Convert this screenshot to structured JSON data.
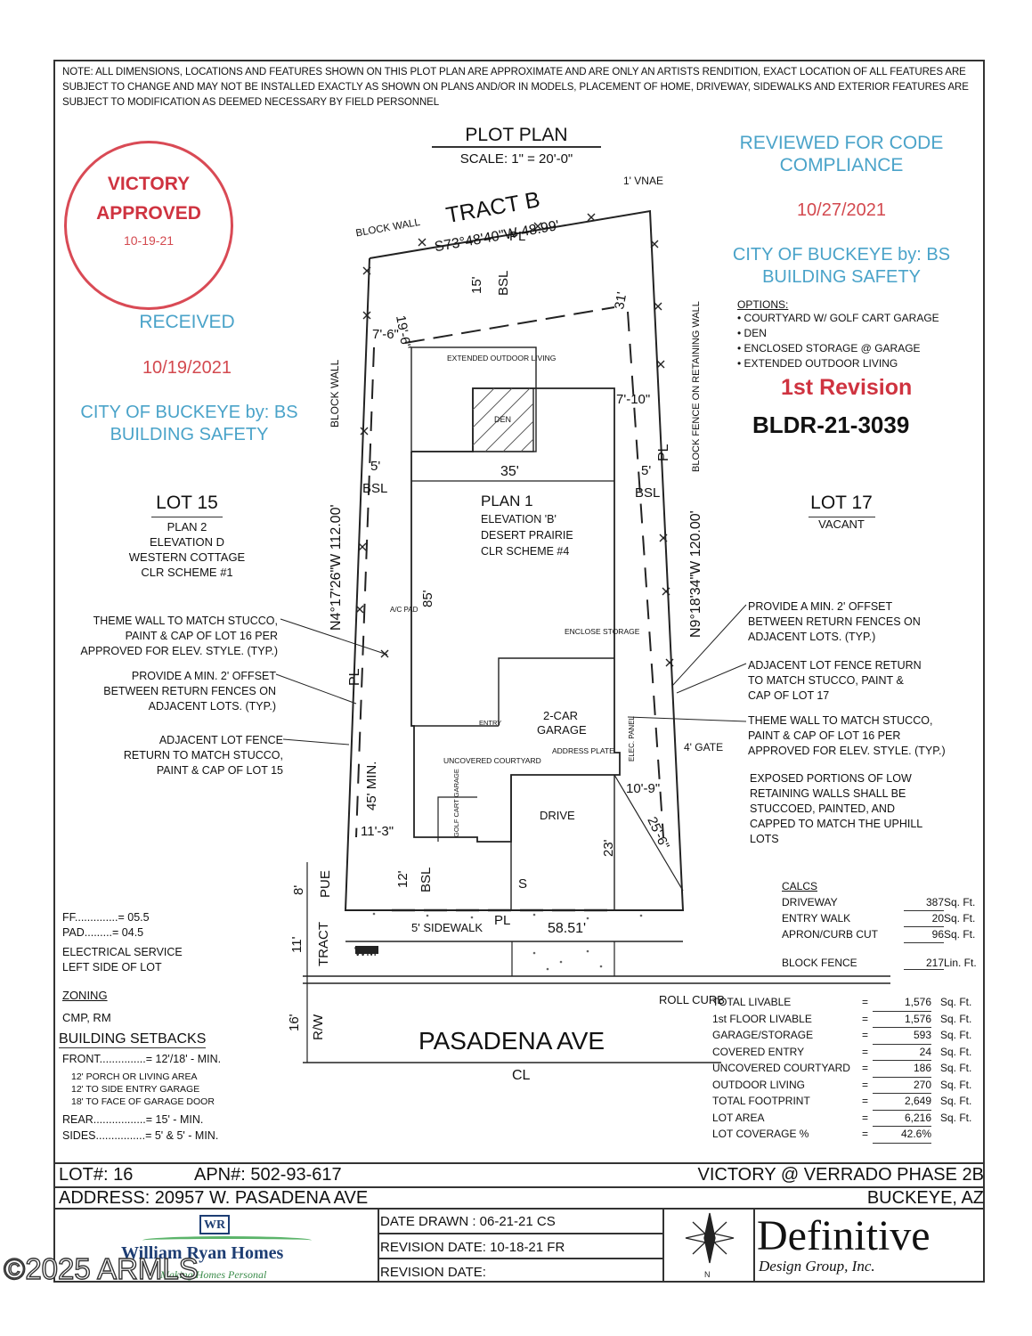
{
  "note": "NOTE: ALL DIMENSIONS, LOCATIONS AND FEATURES SHOWN ON THIS PLOT PLAN ARE APPROXIMATE AND ARE ONLY AN ARTISTS RENDITION, EXACT LOCATION OF ALL FEATURES ARE SUBJECT TO CHANGE AND MAY NOT BE INSTALLED EXACTLY AS SHOWN ON PLANS AND/OR IN MODELS, PLACEMENT OF HOME, DRIVEWAY, SIDEWALKS AND EXTERIOR FEATURES ARE SUBJECT TO MODIFICATION AS DEEMED NECESSARY BY FIELD PERSONNEL",
  "header": {
    "title": "PLOT PLAN",
    "scale": "SCALE: 1\" = 20'-0\""
  },
  "victory_stamp": {
    "line1": "VICTORY",
    "line2": "APPROVED",
    "date": "10-19-21"
  },
  "received": {
    "label": "RECEIVED",
    "date": "10/19/2021",
    "city1": "CITY OF BUCKEYE by: BS",
    "city2": "BUILDING SAFETY"
  },
  "review": {
    "line1": "REVIEWED FOR CODE",
    "line2": "COMPLIANCE",
    "date": "10/27/2021",
    "city1": "CITY OF BUCKEYE by: BS",
    "city2": "BUILDING SAFETY"
  },
  "options": {
    "title": "OPTIONS:",
    "items": [
      "• COURTYARD W/ GOLF CART GARAGE",
      "• DEN",
      "• ENCLOSED STORAGE @ GARAGE",
      "• EXTENDED OUTDOOR LIVING"
    ]
  },
  "revision": {
    "label": "1st Revision",
    "permit": "BLDR-21-3039"
  },
  "lot15": {
    "title": "LOT 15",
    "lines": [
      "PLAN 2",
      "ELEVATION D",
      "WESTERN COTTAGE",
      "CLR SCHEME #1"
    ]
  },
  "lot17": {
    "title": "LOT 17",
    "sub": "VACANT"
  },
  "plan": {
    "tract": "TRACT B",
    "bearing_top": "S73°48'40\"W 48.99'",
    "vnae": "1' VNAE",
    "block_wall": "BLOCK WALL",
    "dim_19_6": "19'-6\"",
    "dim_15": "15'",
    "bsl": "BSL",
    "dim_31": "31'",
    "dim_7_6": "7'-6\"",
    "extended_outdoor": "EXTENDED OUTDOOR LIVING",
    "den": "DEN",
    "dim_7_10": "7'-10\"",
    "block_wall_left": "BLOCK WALL",
    "block_fence": "BLOCK FENCE ON RETAINING WALL",
    "dim_5": "5'",
    "dim_35": "35'",
    "plan_name": "PLAN 1",
    "elev": "ELEVATION 'B'",
    "style": "DESERT PRAIRIE",
    "scheme": "CLR SCHEME #4",
    "bearing_left": "N4°17'26\"W 112.00'",
    "bearing_right": "N9°18'34\"W 120.00'",
    "dim_85": "85'",
    "ac_pad": "A/C PAD",
    "pl": "PL",
    "enclose_storage": "ENCLOSE STORAGE",
    "garage1": "2-CAR",
    "garage2": "GARAGE",
    "entry": "ENTRY",
    "address_plate": "ADDRESS PLATE",
    "elec_panel": "ELEC. PANEL",
    "gate": "4' GATE",
    "uncovered": "UNCOVERED COURTYARD",
    "golf_cart": "GOLF CART GARAGE",
    "drive": "DRIVE",
    "dim_45": "45' MIN.",
    "dim_11_3": "11'-3\"",
    "dim_10_9": "10'-9\"",
    "dim_25_6": "25'-6\"",
    "dim_23": "23'",
    "dim_12": "12'",
    "s": "S",
    "sidewalk": "5' SIDEWALK",
    "dim_58": "58.51'",
    "pue": "PUE",
    "dim_8": "8'",
    "tract_lbl": "TRACT",
    "dim_11": "11'",
    "wm": "WM",
    "rw": "R/W",
    "dim_16": "16'",
    "roll_curb": "ROLL CURB",
    "street": "PASADENA AVE",
    "cl": "CL"
  },
  "left_notes": [
    "THEME WALL TO MATCH STUCCO, PAINT & CAP OF LOT 16 PER APPROVED FOR ELEV. STYLE. (TYP.)",
    "PROVIDE A MIN. 2' OFFSET BETWEEN RETURN FENCES ON ADJACENT LOTS. (TYP.)",
    "ADJACENT LOT FENCE RETURN TO MATCH STUCCO, PAINT & CAP OF LOT 15"
  ],
  "right_notes": [
    "PROVIDE A MIN. 2' OFFSET BETWEEN RETURN FENCES ON ADJACENT LOTS. (TYP.)",
    "ADJACENT LOT FENCE RETURN TO MATCH STUCCO, PAINT & CAP OF LOT 17",
    "THEME WALL TO MATCH STUCCO, PAINT & CAP OF LOT 16 PER APPROVED FOR ELEV. STYLE. (TYP.)",
    "EXPOSED PORTIONS OF LOW RETAINING WALLS SHALL BE STUCCOED, PAINTED, AND CAPPED TO MATCH THE UPHILL LOTS"
  ],
  "grades": {
    "ff": "FF..............= 05.5",
    "pad": "PAD.........= 04.5",
    "elec1": "ELECTRICAL SERVICE",
    "elec2": "LEFT   SIDE OF LOT"
  },
  "zoning": {
    "title": "ZONING",
    "value": "CMP, RM"
  },
  "setbacks": {
    "title": "BUILDING SETBACKS",
    "front": "FRONT...............= 12'/18' - MIN.",
    "f1": "12' PORCH OR LIVING AREA",
    "f2": "12' TO SIDE ENTRY GARAGE",
    "f3": "18' TO FACE OF GARAGE DOOR",
    "rear": "REAR.................= 15' - MIN.",
    "sides": "SIDES................= 5' & 5' - MIN."
  },
  "calcs": {
    "title": "CALCS",
    "rows": [
      {
        "label": "DRIVEWAY",
        "value": "387",
        "unit": "Sq. Ft."
      },
      {
        "label": "ENTRY WALK",
        "value": "20",
        "unit": "Sq. Ft."
      },
      {
        "label": "APRON/CURB CUT",
        "value": "96",
        "unit": "Sq. Ft."
      }
    ],
    "fence": {
      "label": "BLOCK FENCE",
      "value": "217",
      "unit": "Lin. Ft."
    }
  },
  "totals": [
    {
      "label": "TOTAL LIVABLE",
      "value": "1,576",
      "unit": "Sq. Ft."
    },
    {
      "label": "1st FLOOR LIVABLE",
      "value": "1,576",
      "unit": "Sq. Ft."
    },
    {
      "label": "GARAGE/STORAGE",
      "value": "593",
      "unit": "Sq. Ft."
    },
    {
      "label": "COVERED ENTRY",
      "value": "24",
      "unit": "Sq. Ft."
    },
    {
      "label": "UNCOVERED COURTYARD",
      "value": "186",
      "unit": "Sq. Ft."
    },
    {
      "label": "OUTDOOR LIVING",
      "value": "270",
      "unit": "Sq. Ft."
    },
    {
      "label": "TOTAL FOOTPRINT",
      "value": "2,649",
      "unit": "Sq. Ft."
    },
    {
      "label": "LOT AREA",
      "value": "6,216",
      "unit": "Sq. Ft."
    },
    {
      "label": "LOT COVERAGE %",
      "value": "42.6%",
      "unit": ""
    }
  ],
  "titleblock": {
    "lot": "LOT#:  16",
    "apn": "APN#:  502-93-617",
    "project": "VICTORY @ VERRADO PHASE 2B",
    "address": "ADDRESS: 20957 W. PASADENA AVE",
    "city": "BUCKEYE, AZ",
    "drawn": "DATE DRAWN  :  06-21-21 CS",
    "revision1": "REVISION DATE:   10-18-21 FR",
    "revision2": "REVISION DATE:",
    "builder_badge": "WR",
    "builder": "William Ryan Homes",
    "builder_tag": "Making Homes Personal",
    "firm": "Definitive",
    "firm_sub": "Design Group, Inc.",
    "north": "N"
  },
  "watermark": "©2025 ARMLS",
  "colors": {
    "stamp_red": "#d3494f",
    "review_blue": "#4aa3c9",
    "revision_red": "#cf3340",
    "ink": "#111111"
  }
}
